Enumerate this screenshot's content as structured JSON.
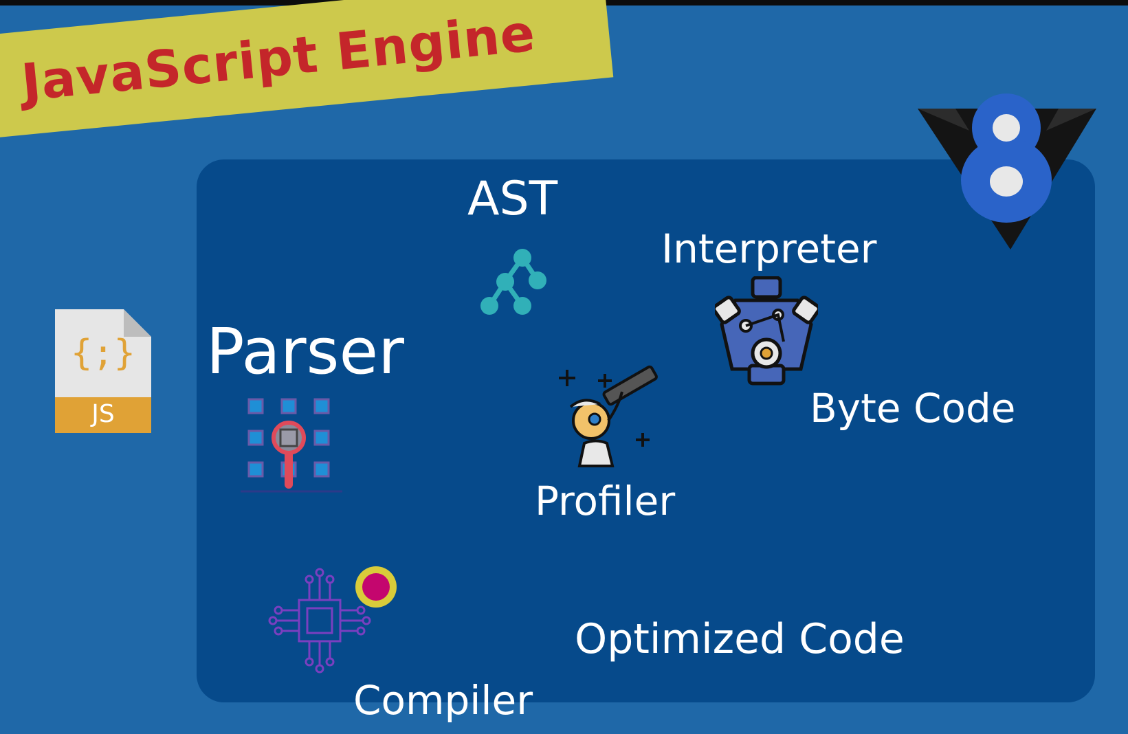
{
  "title": "JavaScript Engine",
  "file_icon": {
    "glyph": "{;}",
    "label": "JS",
    "icon": "js-file-icon"
  },
  "labels": {
    "ast": "AST",
    "interpreter": "Interpreter",
    "parser": "Parser",
    "byte_code": "Byte Code",
    "profiler": "Profiler",
    "optimized_code": "Optimized Code",
    "compiler": "Compiler"
  },
  "icons": {
    "ast": "tree-graph-icon",
    "interpreter": "engine-icon",
    "parser": "grid-magnifier-icon",
    "profiler": "scientist-telescope-icon",
    "compiler": "circuit-chip-icon",
    "logo": "v8-logo-icon"
  },
  "colors": {
    "background": "#1f68a8",
    "panel": "#064a8b",
    "banner": "#cdc94c",
    "title": "#c4262a",
    "text": "#ffffff"
  }
}
